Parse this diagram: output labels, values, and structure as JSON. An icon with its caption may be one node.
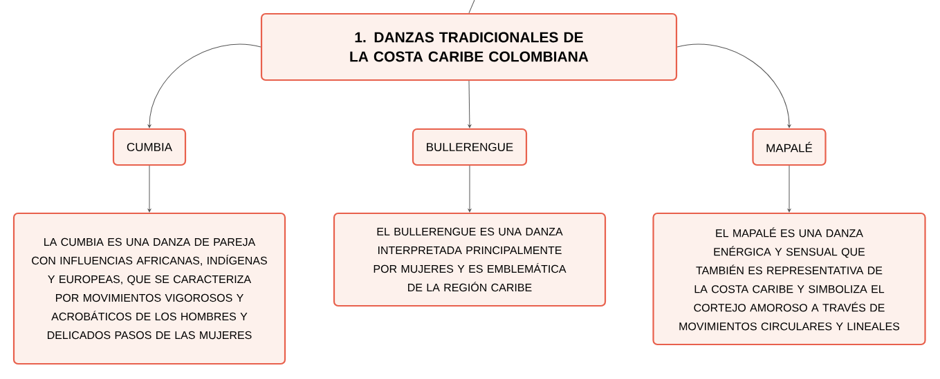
{
  "diagram": {
    "nodes": [
      {
        "text": [
          "1. DANZAS TRADICIONALES DE LA COSTA CARIBE COLOMBIANA"
        ]
      },
      {
        "text": [
          "CUMBIA"
        ]
      },
      {
        "text": [
          "BULLERENGUE"
        ]
      },
      {
        "text": [
          "MAPALÉ"
        ]
      },
      {
        "text": [
          "LA CUMBIA ES UNA DANZA DE PAREJA CON INFLUENCIAS AFRICANAS, INDÍGENAS Y EUROPEAS, QUE SE CARACTERIZA POR MOVIMIENTOS VIGOROSOS Y ACROBÁTICOS DE LOS HOMBRES Y DELICADOS PASOS DE LAS MUJERES"
        ]
      },
      {
        "text": [
          "EL BULLERENGUE ES UNA DANZA INTERPRETADA PRINCIPALMENTE POR MUJERES Y ES EMBLEMÁTICA DE LA REGIÓN CARIBE"
        ]
      },
      {
        "text": [
          "EL MAPALÉ ES UNA DANZA ENÉRGICA Y SENSUAL QUE TAMBIÉN ES REPRESENTATIVA DE LA COSTA CARIBE Y SIMBOLIZA EL CORTEJO AMOROSO A TRAVÉS DE MOVIMIENTOS CIRCULARES Y LINEALES"
        ]
      }
    ],
    "edges": [
      {
        "from": null,
        "to": 0,
        "arrow": "none"
      },
      {
        "from": 0,
        "to": 1,
        "arrow": "to"
      },
      {
        "from": 0,
        "to": 2,
        "arrow": "to"
      },
      {
        "from": 0,
        "to": 3,
        "arrow": "to"
      },
      {
        "from": 1,
        "to": 4,
        "arrow": "to"
      },
      {
        "from": 2,
        "to": 5,
        "arrow": "to"
      },
      {
        "from": 3,
        "to": 6,
        "arrow": "to"
      }
    ]
  }
}
